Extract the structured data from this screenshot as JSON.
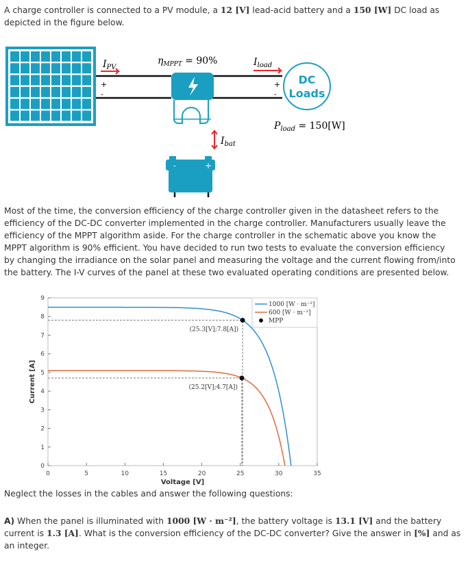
{
  "intro": {
    "t1": "A charge controller is connected to a PV module, a ",
    "v1": "12 [V]",
    "t2": " lead-acid battery and a ",
    "v2": "150 [W]",
    "t3": " DC load as depicted in the figure below."
  },
  "diagram": {
    "ipv": "I",
    "ipv_sub": "PV",
    "eta": "η",
    "eta_sub": "MPPT",
    "eta_val": " = 90%",
    "iload": "I",
    "iload_sub": "load",
    "load_line1": "DC",
    "load_line2": "Loads",
    "pload": "P",
    "pload_sub": "load",
    "pload_val": " = 150[W]",
    "ibat": "I",
    "ibat_sub": "bat",
    "plus": "+",
    "minus": "-",
    "colors": {
      "teal": "#1a9fc2",
      "arrow": "#e8282b"
    }
  },
  "body_text": [
    "Most of the time, the conversion efficiency of the charge controller given in the datasheet refers to the",
    "efficiency of the DC-DC converter implemented in the charge controller. Manufacturers usually leave the",
    "efficiency of the MPPT algorithm aside. For the charge controller in the schematic above you know the",
    "MPPT algorithm is 90% efficient. You have decided to run two tests to evaluate the conversion efficiency",
    "by changing the irradiance on the solar panel and measuring the voltage and the current flowing from/into",
    "the battery. The I-V curves of the panel at these two evaluated operating conditions are presented below."
  ],
  "chart_data": {
    "type": "line",
    "xlabel": "Voltage [V]",
    "ylabel": "Current [A]",
    "xlim": [
      0,
      35
    ],
    "ylim": [
      0,
      9
    ],
    "xticks": [
      "0",
      "5",
      "10",
      "15",
      "20",
      "25",
      "30",
      "35"
    ],
    "yticks": [
      "0",
      "1",
      "2",
      "3",
      "4",
      "5",
      "6",
      "7",
      "8",
      "9"
    ],
    "legend_position": "top-right",
    "series": [
      {
        "name": "1000 [W · m⁻²]",
        "color": "#2f8fd0",
        "isc": 8.5,
        "voc": 31.6,
        "mpp": [
          25.3,
          7.8
        ]
      },
      {
        "name": "600 [W · m⁻²]",
        "color": "#e06a3a",
        "isc": 5.1,
        "voc": 30.8,
        "mpp": [
          25.2,
          4.7
        ]
      }
    ],
    "mpp_legend": "MPP",
    "annotations": [
      "(25.3[V];7.8[A])",
      "(25.2[V];4.7[A])"
    ]
  },
  "neglect": "Neglect the losses in the cables and answer the following questions:",
  "question": {
    "label": "A)",
    "t1": " When the panel is illuminated with ",
    "v1": "1000 [W · m⁻²]",
    "t2": ", the battery voltage is ",
    "v2": "13.1 [V]",
    "t3": " and the battery current is ",
    "v3": "1.3 [A]",
    "t4": ". What is the conversion efficiency of the DC-DC converter? Give the answer in ",
    "v4": "[%]",
    "t5": " and as an integer."
  }
}
